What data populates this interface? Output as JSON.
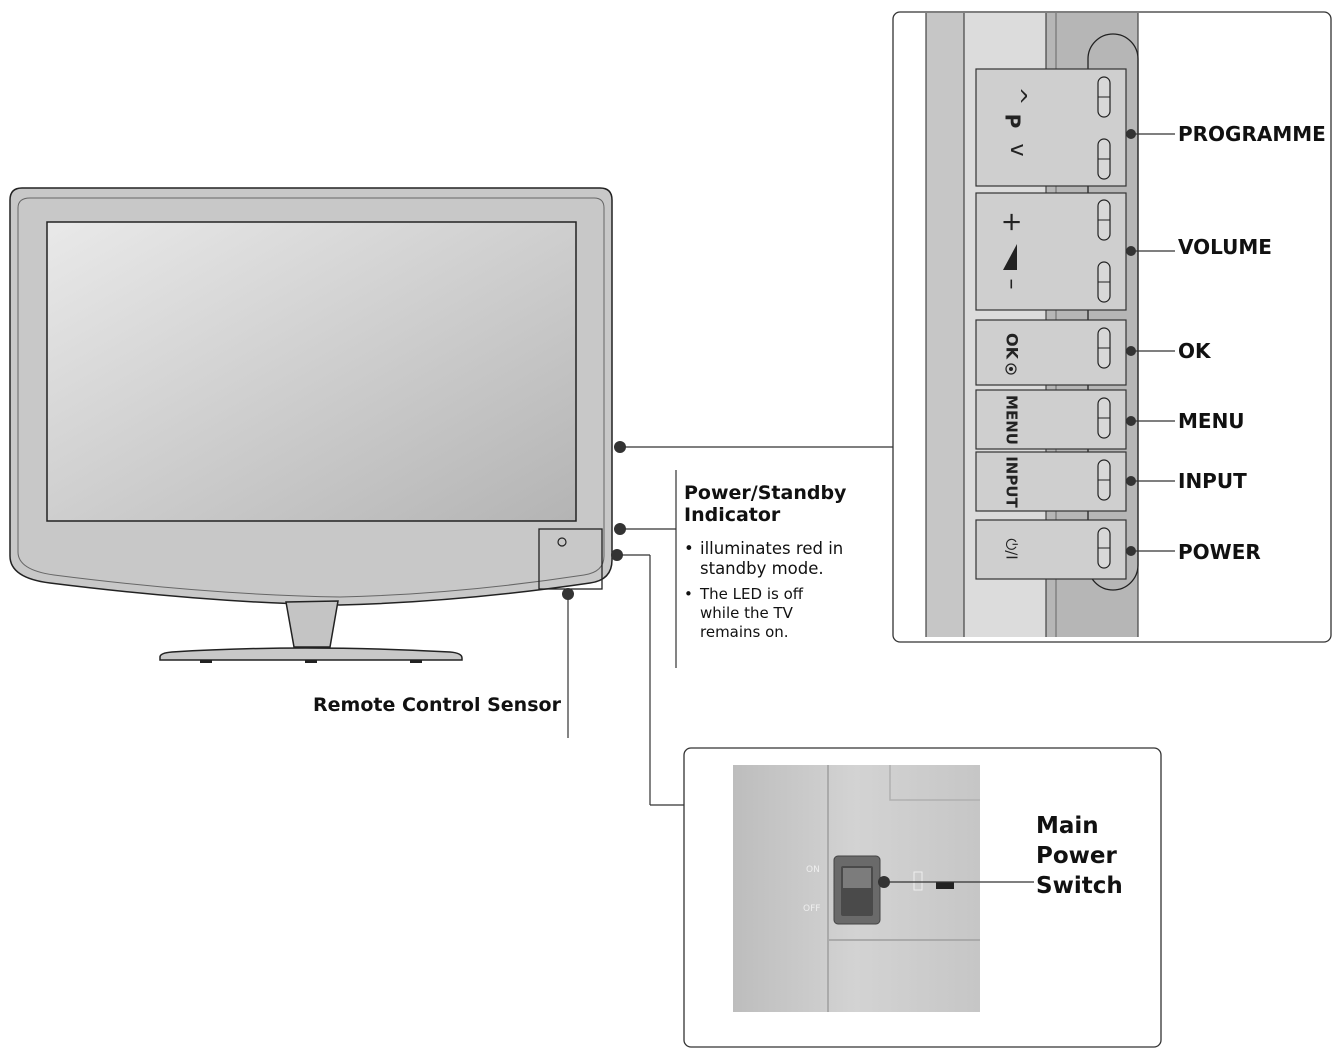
{
  "button_labels": {
    "programme": "PROGRAMME",
    "volume": "VOLUME",
    "ok": "OK",
    "menu": "MENU",
    "input": "INPUT",
    "power": "POWER"
  },
  "panel_markings": {
    "p_up": "^",
    "p_letter": "P",
    "p_down": "v",
    "vol_plus": "+",
    "vol_minus": "–",
    "ok": "OK",
    "menu": "MENU",
    "input": "INPUT",
    "power": "⏻/I"
  },
  "indicator": {
    "title_line1": "Power/Standby",
    "title_line2": "Indicator",
    "bullet1": "illuminates red in standby mode.",
    "bullet2": "The LED is off while the TV remains on."
  },
  "sensor_label": "Remote Control Sensor",
  "main_switch": {
    "line1": "Main",
    "line2": "Power",
    "line3": "Switch",
    "on_mark": "ON",
    "off_mark": "OFF"
  }
}
